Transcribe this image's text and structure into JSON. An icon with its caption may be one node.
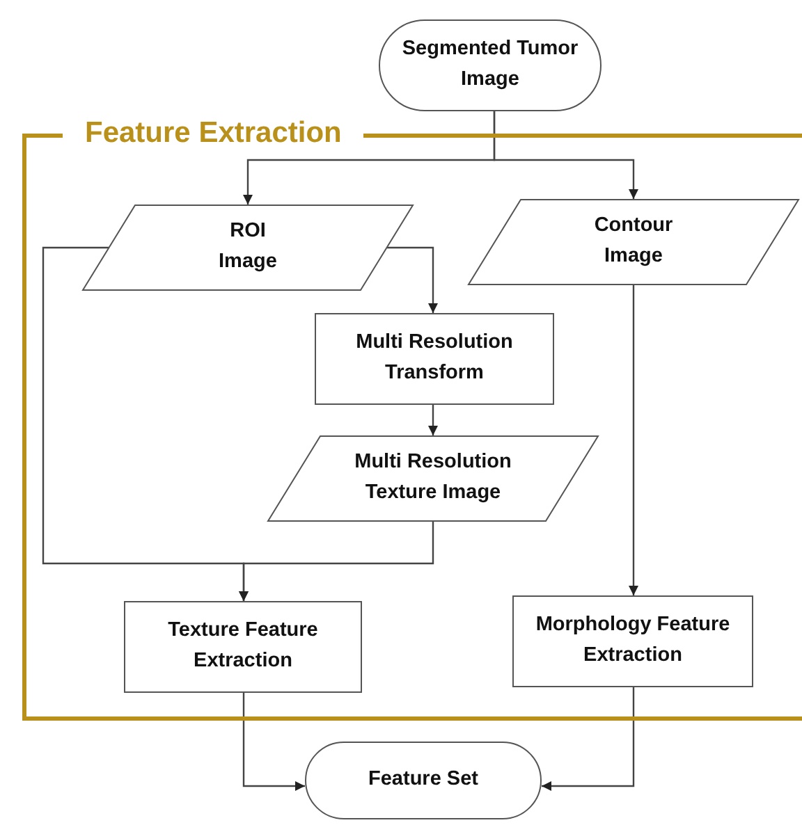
{
  "diagram": {
    "nodes": [
      {
        "text": [
          "Segmented Tumor Image"
        ]
      },
      {
        "text": [
          "Feature Extraction"
        ]
      },
      {
        "text": [
          "ROI Image"
        ],
        "in": 1
      },
      {
        "text": [
          "Contour Image"
        ],
        "in": 1
      },
      {
        "text": [
          "Multi Resolution Transform"
        ],
        "in": 1
      },
      {
        "text": [
          "Multi Resolution Texture Image"
        ],
        "in": 1
      },
      {
        "text": [
          "Texture Feature Extraction"
        ],
        "in": 1
      },
      {
        "text": [
          "Morphology Feature Extraction"
        ],
        "in": 1
      },
      {
        "text": [
          "Feature Set"
        ]
      }
    ],
    "edges": [
      {
        "from": 0,
        "to": 2,
        "arrow": "to"
      },
      {
        "from": 0,
        "to": 3,
        "arrow": "to"
      },
      {
        "from": 2,
        "to": 4,
        "arrow": "to"
      },
      {
        "from": 4,
        "to": 5,
        "arrow": "to"
      },
      {
        "from": 2,
        "to": 6,
        "arrow": "to"
      },
      {
        "from": 5,
        "to": 6,
        "arrow": "to"
      },
      {
        "from": 3,
        "to": 7,
        "arrow": "to"
      },
      {
        "from": 6,
        "to": 8,
        "arrow": "to"
      },
      {
        "from": 7,
        "to": 8,
        "arrow": "to"
      }
    ]
  }
}
